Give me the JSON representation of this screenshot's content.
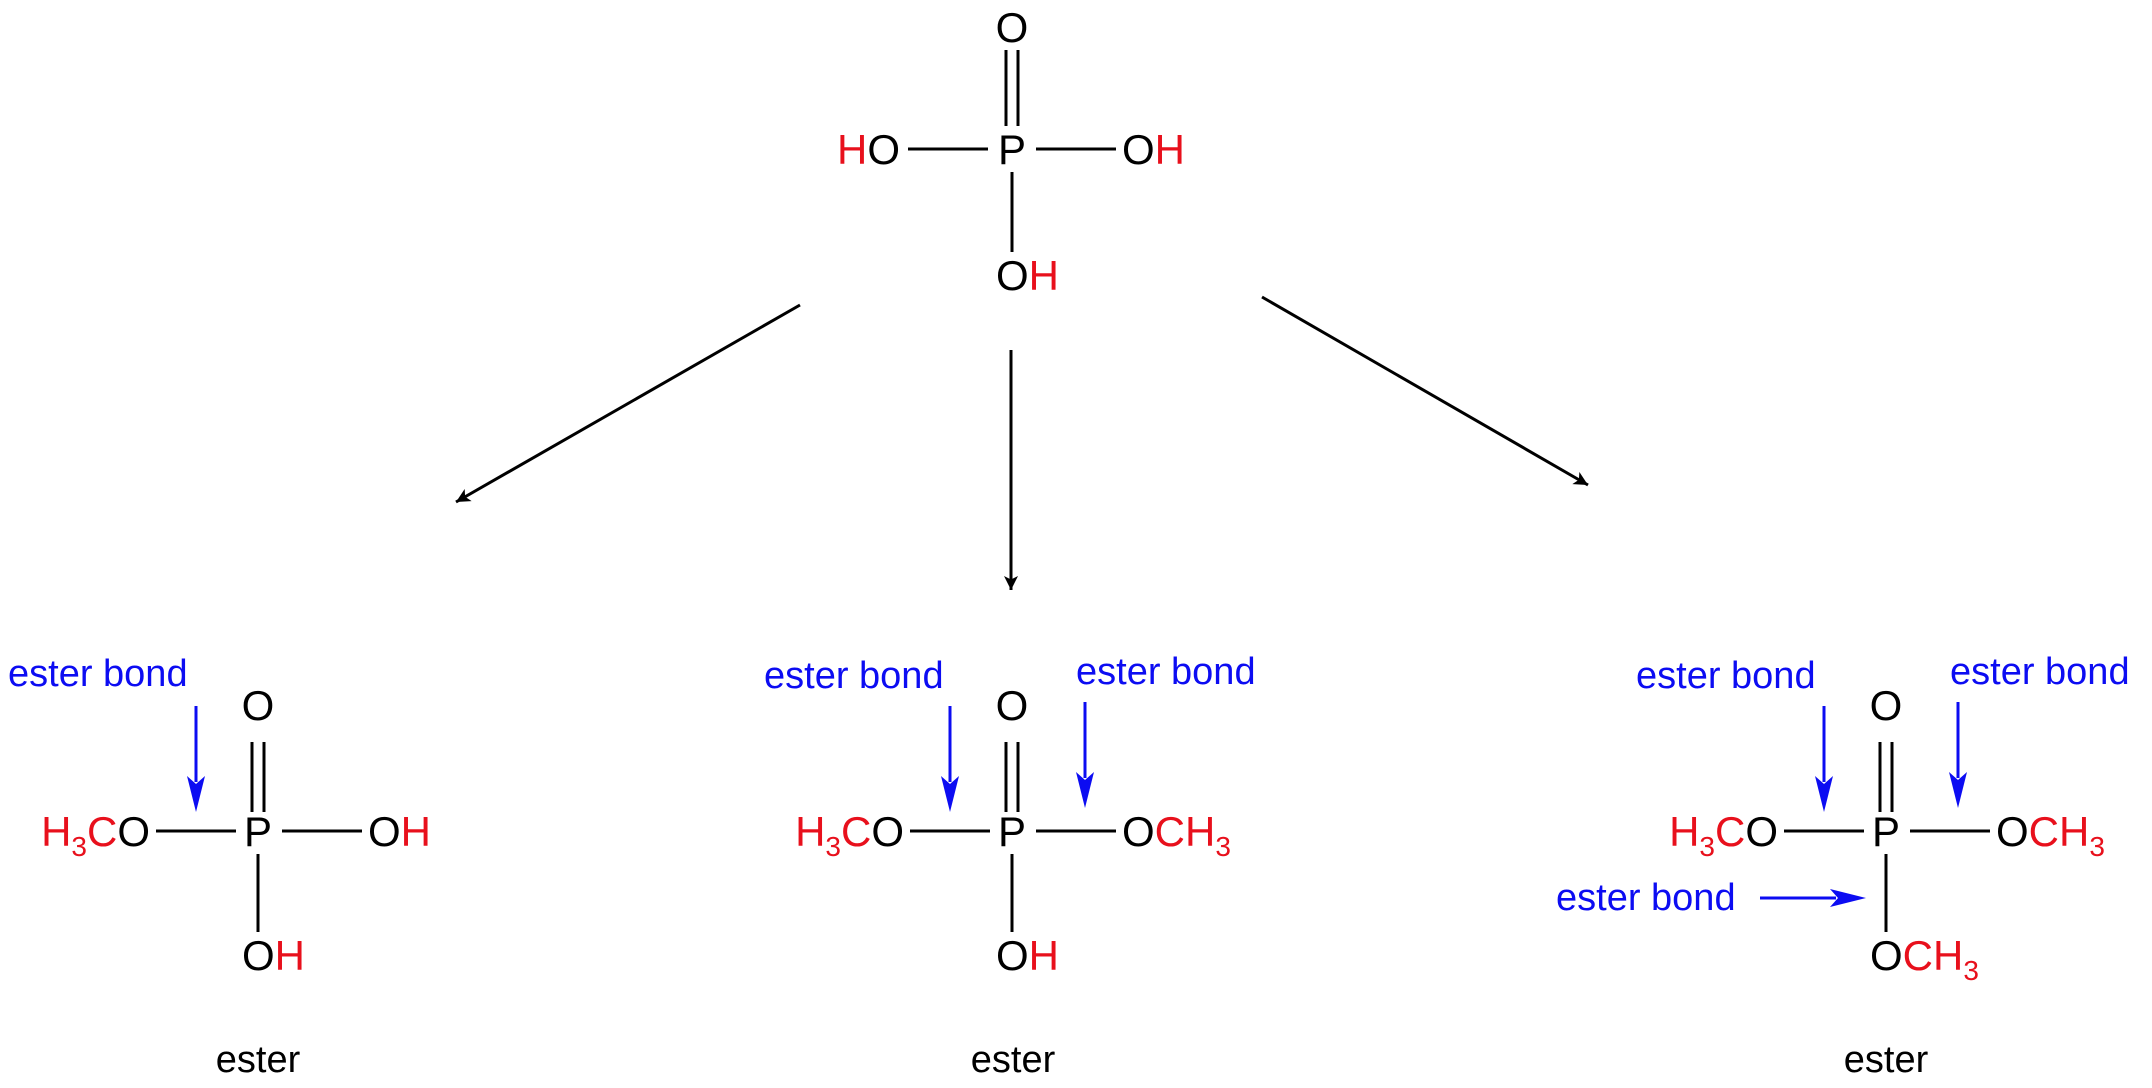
{
  "colors": {
    "black": "#000000",
    "red": "#e8101c",
    "blue": "#0c0cf2",
    "background": "#ffffff"
  },
  "glyphs": {
    "oxygen": "O",
    "phosphorus": "P",
    "hydrogen": "H",
    "carbon": "C",
    "subscript_three": "3"
  },
  "labels": {
    "ester_bond": "ester bond",
    "ester": "ester"
  }
}
